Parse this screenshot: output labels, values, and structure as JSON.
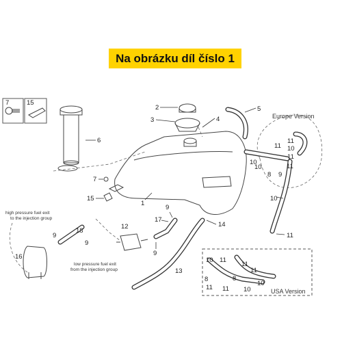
{
  "banner": {
    "text": "Na obrázku díl číslo 1",
    "color": "#ffd200"
  },
  "inset_labels": {
    "left_box": "7",
    "right_box": "15"
  },
  "part_labels": {
    "p1": "1",
    "p2": "2",
    "p3": "3",
    "p4": "4",
    "p5": "5",
    "p6": "6",
    "p7": "7",
    "p8": "8",
    "p9a": "9",
    "p9b": "9",
    "p9c": "9",
    "p9d": "9",
    "p10a": "10",
    "p10b": "10",
    "p10c": "10",
    "p11a": "11",
    "p11b": "11",
    "p11c": "11",
    "p12": "12",
    "p13": "13",
    "p14": "14",
    "p15": "15",
    "p16": "16",
    "p17": "17",
    "p18": "18"
  },
  "europe_version": {
    "title": "Europe Version",
    "labels": {
      "a": "11",
      "b": "11",
      "c": "10"
    }
  },
  "usa_version": {
    "title": "USA Version",
    "labels": {
      "t1": "10",
      "t2": "11",
      "t3": "11",
      "t4": "11",
      "t5": "10",
      "t6": "8",
      "t7": "11",
      "t8": "8",
      "t9": "11",
      "t10": "10"
    }
  },
  "captions": {
    "high_line1": "high pressure fuel exit",
    "high_line2": "to the injection group",
    "low_line1": "low pressure fuel exit",
    "low_line2": "from the injection group"
  }
}
